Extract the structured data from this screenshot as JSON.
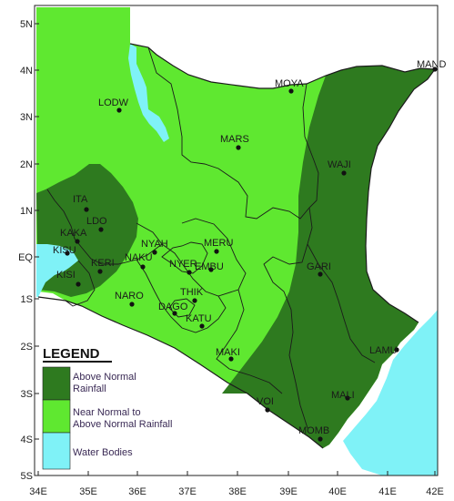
{
  "map": {
    "lat_ticks": [
      "5N",
      "4N",
      "3N",
      "2N",
      "1N",
      "EQ",
      "1S",
      "2S",
      "3S",
      "4S",
      "5S"
    ],
    "lon_ticks": [
      "34E",
      "35E",
      "36E",
      "37E",
      "38E",
      "39E",
      "40E",
      "41E",
      "42E"
    ],
    "towns": [
      {
        "name": "MAND"
      },
      {
        "name": "MOYA"
      },
      {
        "name": "LODW"
      },
      {
        "name": "MARS"
      },
      {
        "name": "WAJI"
      },
      {
        "name": "ITA"
      },
      {
        "name": "LDO"
      },
      {
        "name": "KAKA"
      },
      {
        "name": "KISU"
      },
      {
        "name": "KISI"
      },
      {
        "name": "KERI"
      },
      {
        "name": "NYAH"
      },
      {
        "name": "NAKU"
      },
      {
        "name": "MERU"
      },
      {
        "name": "NYER"
      },
      {
        "name": "EMBU"
      },
      {
        "name": "GARI"
      },
      {
        "name": "NARO"
      },
      {
        "name": "THIK"
      },
      {
        "name": "DAGO"
      },
      {
        "name": "KATU"
      },
      {
        "name": "MAKI"
      },
      {
        "name": "LAMU"
      },
      {
        "name": "VOI"
      },
      {
        "name": "MALI"
      },
      {
        "name": "MOMB"
      }
    ],
    "colors": {
      "above_normal": "#2e7a1f",
      "near_normal": "#5fe830",
      "water": "#7ff2f7",
      "ocean": "#7ff2f7"
    }
  },
  "legend": {
    "title": "LEGEND",
    "items": [
      {
        "label_line1": "Above Normal",
        "label_line2": "Rainfall",
        "color": "#2e7a1f"
      },
      {
        "label_line1": "Near Normal to",
        "label_line2": "Above Normal Rainfall",
        "color": "#5fe830"
      },
      {
        "label_line1": "Water Bodies",
        "label_line2": "",
        "color": "#7ff2f7"
      }
    ]
  }
}
